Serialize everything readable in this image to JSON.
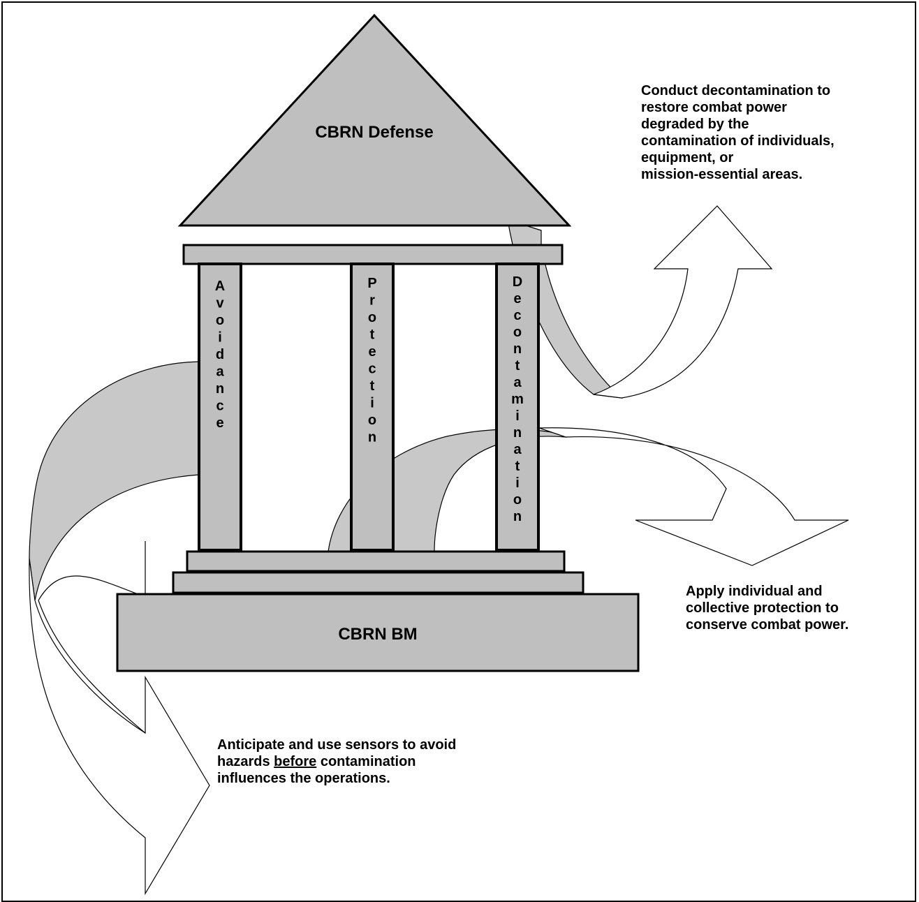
{
  "diagram": {
    "roof_label": "CBRN Defense",
    "base_label": "CBRN BM",
    "pillars": [
      {
        "name": "Avoidance"
      },
      {
        "name": "Protection"
      },
      {
        "name": "Decontamination"
      }
    ],
    "notes": {
      "decontamination": [
        "Conduct decontamination to",
        "restore combat power",
        "degraded by the",
        "contamination of individuals,",
        "equipment, or",
        "mission-essential areas."
      ],
      "protection": [
        "Apply individual and",
        "collective protection to",
        "conserve combat power."
      ],
      "avoidance": {
        "line1": "Anticipate and use sensors to avoid",
        "line2_pre": "hazards ",
        "line2_underlined": "before",
        "line2_post": " contamination",
        "line3": "influences the operations."
      }
    },
    "colors": {
      "structure_fill": "#bfbfbf",
      "ribbon_fill": "#c8c8c8",
      "arrow_fill": "#ffffff",
      "stroke": "#000000"
    }
  }
}
